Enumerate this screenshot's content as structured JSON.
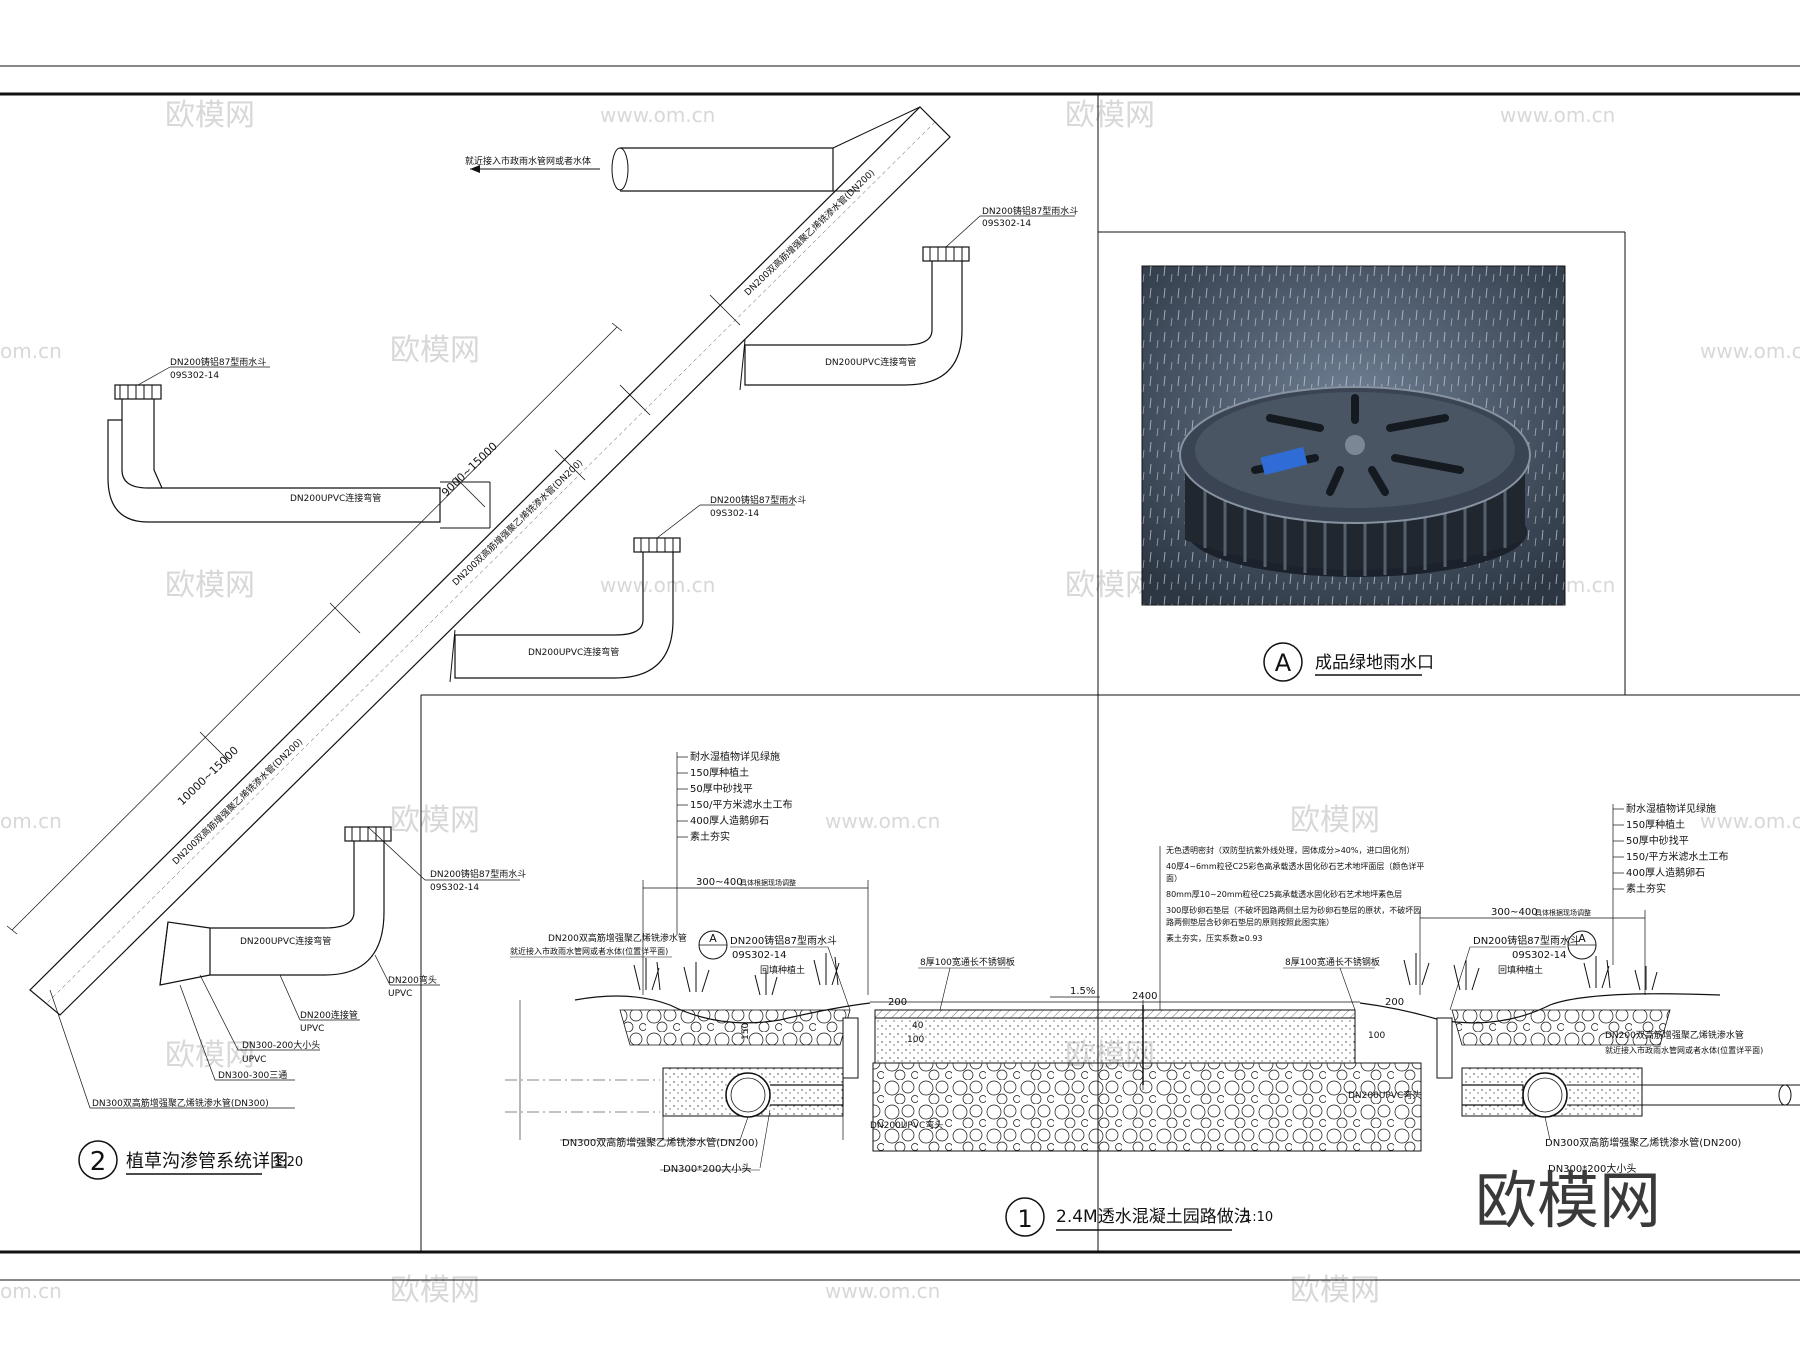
{
  "detail2": {
    "title": "植草沟渗管系统详图",
    "scale": "1:20",
    "number": "2",
    "top_note": "就近接入市政雨水管网或者水体",
    "main_pipe_upper": "DN200双高筋增强聚乙烯铣渗水管(DN200)",
    "main_pipe_mid": "DN200双高筋增强聚乙烯铣渗水管(DN200)",
    "main_pipe_lower": "DN200双高筋增强聚乙烯铣渗水管(DN200)",
    "dim_upper": "9000~15000",
    "dim_lower": "10000~15000",
    "inlet_label": "DN200铸铝87型雨水斗",
    "inlet_code": "09S302-14",
    "branch_label": "DN200UPVC连接弯管",
    "tee_label": "DN200弯头",
    "tee_mat": "UPVC",
    "conn_label": "DN200连接管",
    "conn_mat": "UPVC",
    "reducer_label": "DN300-200大小头",
    "reducer_mat": "UPVC",
    "tee300_label": "DN300-300三通",
    "bottom_pipe": "DN300双高筋增强聚乙烯铣渗水管(DN300)"
  },
  "detailA": {
    "number": "A",
    "title": "成品绿地雨水口",
    "photo_label": "rain-grate-photo"
  },
  "detail1": {
    "number": "1",
    "title": "2.4M透水混凝土园路做法",
    "scale": "1:10",
    "layers_left": [
      "耐水湿植物详见绿施",
      "150厚种植土",
      "50厚中砂找平",
      "150/平方米滤水土工布",
      "400厚人造鹅卵石",
      "素土夯实"
    ],
    "layers_right": [
      "耐水湿植物详见绿施",
      "150厚种植土",
      "50厚中砂找平",
      "150/平方米滤水土工布",
      "400厚人造鹅卵石",
      "素土夯实"
    ],
    "pave_layers": [
      "无色透明密封（双防型抗紫外线处理，固体成分>40%，进口固化剂）",
      "40厚4~6mm粒径C25彩色高承载透水固化砂石艺术地坪面层（颜色详平",
      "面）",
      "80mm厚10~20mm粒径C25高承载透水固化砂石艺术地坪素色层",
      "300厚砂卵石垫层（不破坏园路两侧土层为砂卵石垫层的原状，不破坏园",
      "路两侧垫层含砂卵石垫层的原则按照此图实施）",
      "素土夯实，压实系数≥0.93"
    ],
    "width_left": "300~400",
    "width_left_note": "具体根据现场调整",
    "width_right": "300~400",
    "width_right_note": "具体根据现场调整",
    "total_width": "2400",
    "slope": "1.5%",
    "edge_200": "200",
    "curb_left": "8厚100宽通长不锈钢板",
    "curb_right": "8厚100宽通长不锈钢板",
    "inlet_left": "DN200铸铝87型雨水斗",
    "inlet_left_code": "09S302-14",
    "inlet_right": "DN200铸铝87型雨水斗",
    "inlet_right_code": "09S302-14",
    "ref_mark": "A",
    "pipe_left": "DN200双高筋增强聚乙烯铣渗水管",
    "pipe_left_note": "就近接入市政雨水管网或者水体(位置详平面)",
    "pipe_right": "DN200双高筋增强聚乙烯铣渗水管",
    "pipe_right_note": "就近接入市政雨水管网或者水体(位置详平面)",
    "round_left": "回填种植土",
    "round_right": "回填种植土",
    "d40": "40",
    "d100": "100",
    "d150": "150",
    "dn300_left": "DN300双高筋增强聚乙烯铣渗水管(DN200)",
    "dn300_right": "DN300双高筋增强聚乙烯铣渗水管(DN200)",
    "reducer": "DN300*200大小头",
    "reducer_right": "DN300*200大小头",
    "upvc_left": "DN200UPVC弯头",
    "upvc_right": "DN200UPVC弯头"
  },
  "watermark": {
    "brand": "欧模网",
    "site": "www.om.cn",
    "short": "om.cn"
  }
}
